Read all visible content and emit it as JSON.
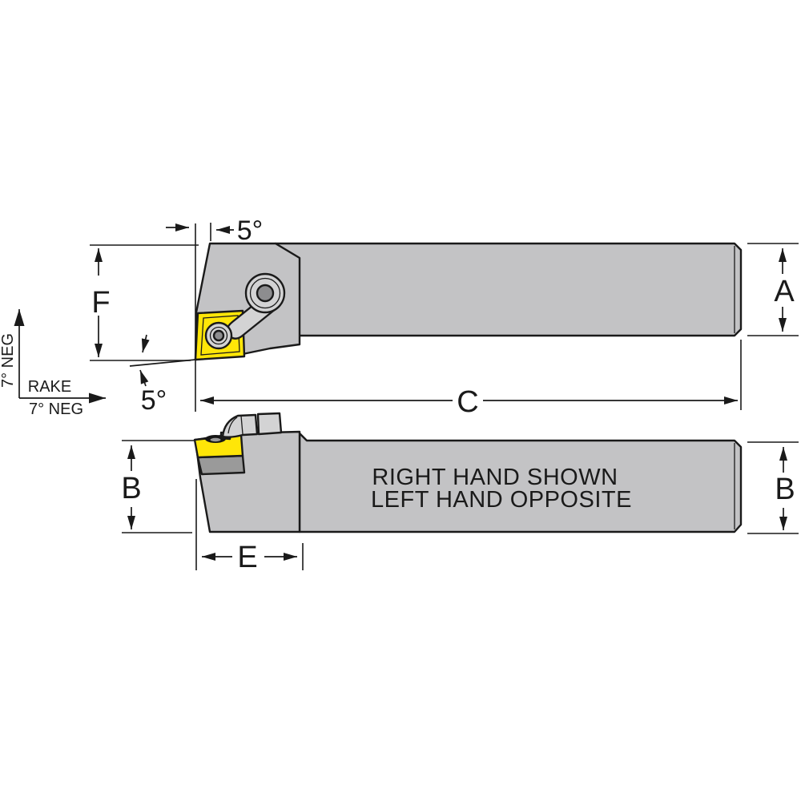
{
  "colors": {
    "background": "#ffffff",
    "body_gray": "#c3c3c5",
    "clamp_gray": "#d3d3d4",
    "insert_yellow": "#ffe608",
    "insert_side_gray": "#9a9a9a",
    "screw_center_gray": "#8d8d8f",
    "hole_black": "#151515",
    "line_black": "#1a1a1a"
  },
  "rake_legend": {
    "vertical_label": "7° NEG",
    "rake_label": "RAKE",
    "horizontal_label": "7° NEG"
  },
  "top_view": {
    "lead_angle_label": "5°",
    "side_rake_angle_label": "5°",
    "dim_f_label": "F",
    "dim_a_label": "A",
    "dim_c_label": "C"
  },
  "bottom_view": {
    "dim_b_left_label": "B",
    "dim_b_right_label": "B",
    "dim_e_label": "E",
    "note_line1": "RIGHT HAND SHOWN",
    "note_line2": "LEFT HAND OPPOSITE"
  }
}
